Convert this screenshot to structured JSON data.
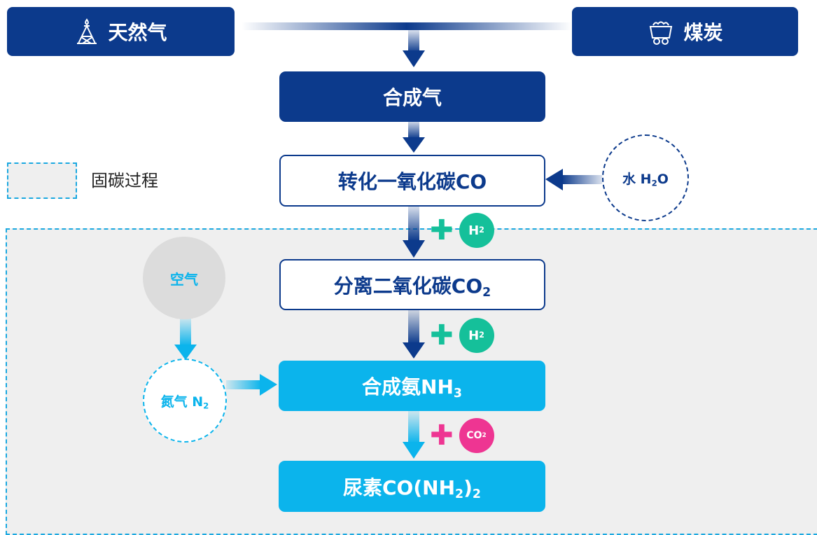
{
  "sources": {
    "natural_gas": {
      "icon": "oil-derrick-icon",
      "label": "天然气"
    },
    "coal": {
      "icon": "mine-cart-icon",
      "label": "煤炭"
    }
  },
  "steps": {
    "syngas": "合成气",
    "co_conversion": "转化一氧化碳CO",
    "co2_separation": {
      "text": "分离二氧化碳CO",
      "sub": "2"
    },
    "ammonia": {
      "text": "合成氨NH",
      "sub": "3"
    },
    "urea": {
      "text": "尿素CO(NH",
      "sub1": "2",
      "mid": ")",
      "sub2": "2"
    }
  },
  "inputs": {
    "water": {
      "text": "水 H",
      "sub": "2",
      "tail": "O"
    },
    "air": "空气",
    "nitrogen": {
      "text": "氮气 N",
      "sub": "2"
    },
    "h2_first": {
      "text": "H",
      "sub": "2"
    },
    "h2_second": {
      "text": "H",
      "sub": "2"
    },
    "co2": {
      "text": "CO",
      "sub": "2"
    }
  },
  "legend": {
    "label": "固碳过程"
  },
  "colors": {
    "dark_blue": "#0c3a8c",
    "cyan": "#0bb4ec",
    "teal": "#15c09a",
    "pink": "#ee3592",
    "capture_bg": "#efefef",
    "capture_border": "#1aa8e0",
    "air_gray": "#dcdcdc"
  }
}
